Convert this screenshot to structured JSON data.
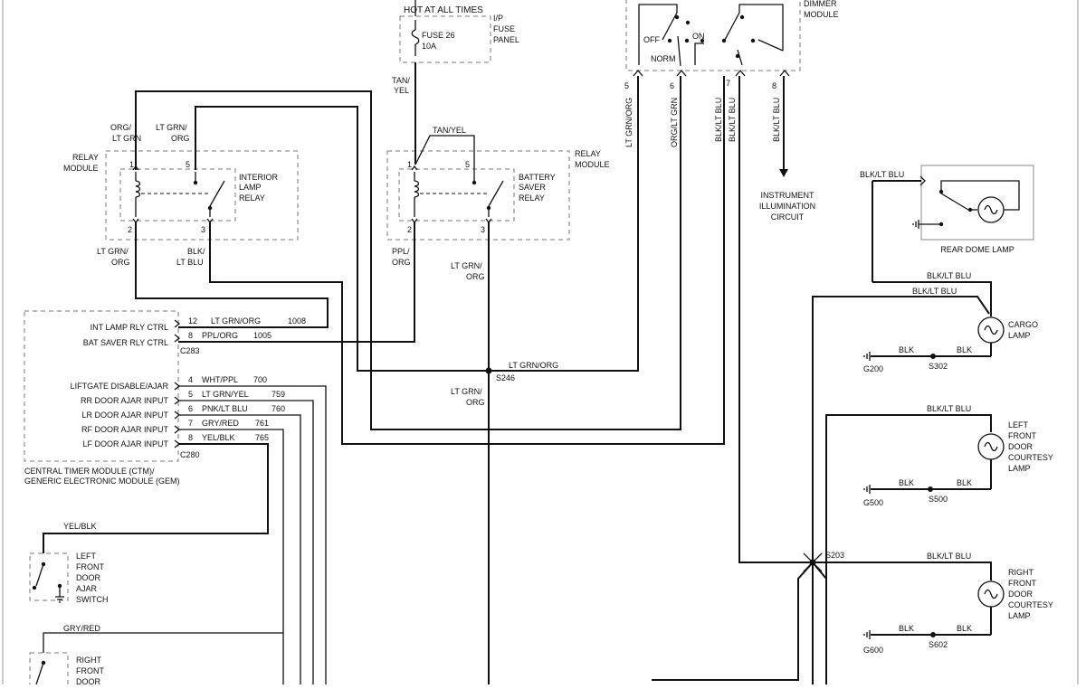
{
  "top": {
    "hot_at_all_times": "HOT AT ALL TIMES",
    "fuse_line1": "FUSE 26",
    "fuse_line2": "10A",
    "fuse_panel_line1": "I/P",
    "fuse_panel_line2": "FUSE",
    "fuse_panel_line3": "PANEL",
    "tan_yel_1": "TAN/",
    "tan_yel_2": "YEL",
    "tan_yel_3": "TAN/YEL"
  },
  "dimmer": {
    "module_line1": "DIMMER",
    "module_line2": "MODULE",
    "off": "OFF",
    "on": "ON",
    "norm": "NORM",
    "pins": [
      "5",
      "6",
      "7",
      "8"
    ],
    "wires": [
      "LT GRN/ORG",
      "ORG/LT GRN",
      "BLK/LT BLU",
      "BLK/LT BLU",
      "BLK/LT BLU"
    ],
    "instrument_1": "INSTRUMENT",
    "instrument_2": "ILLUMINATION",
    "instrument_3": "CIRCUIT"
  },
  "relay_left": {
    "module_line1": "RELAY",
    "module_line2": "MODULE",
    "name_line1": "INTERIOR",
    "name_line2": "LAMP",
    "name_line3": "RELAY",
    "pins": [
      "1",
      "5",
      "2",
      "3"
    ],
    "w_org_ltgrn_1": "ORG/",
    "w_org_ltgrn_2": "LT GRN",
    "w_ltgrn_org_1": "LT GRN/",
    "w_ltgrn_org_2": "ORG",
    "w_bot_left_1": "LT GRN/",
    "w_bot_left_2": "ORG",
    "w_bot_right_1": "BLK/",
    "w_bot_right_2": "LT BLU"
  },
  "relay_right": {
    "module_line1": "RELAY",
    "module_line2": "MODULE",
    "name_line1": "BATTERY",
    "name_line2": "SAVER",
    "name_line3": "RELAY",
    "pins": [
      "1",
      "5",
      "2",
      "3"
    ],
    "w_bot_left_1": "PPL/",
    "w_bot_left_2": "ORG",
    "w_bot_right_1": "LT GRN/",
    "w_bot_right_2": "ORG"
  },
  "ctm": {
    "label_line1": "CENTRAL TIMER MODULE (CTM)/",
    "label_line2": "GENERIC ELECTRONIC MODULE (GEM)",
    "c283": "C283",
    "c280": "C280",
    "rows": [
      {
        "name": "INT LAMP RLY CTRL",
        "pin": "12",
        "wire": "LT GRN/ORG",
        "circuit": "1008"
      },
      {
        "name": "BAT SAVER RLY CTRL",
        "pin": "8",
        "wire": "PPL/ORG",
        "circuit": "1005"
      },
      {
        "name": "LIFTGATE DISABLE/AJAR",
        "pin": "4",
        "wire": "WHT/PPL",
        "circuit": "700"
      },
      {
        "name": "RR DOOR AJAR INPUT",
        "pin": "5",
        "wire": "LT GRN/YEL",
        "circuit": "759"
      },
      {
        "name": "LR  DOOR AJAR INPUT",
        "pin": "6",
        "wire": "PNK/LT BLU",
        "circuit": "760"
      },
      {
        "name": "RF DOOR AJAR INPUT",
        "pin": "7",
        "wire": "GRY/RED",
        "circuit": "761"
      },
      {
        "name": "LF DOOR AJAR INPUT",
        "pin": "8",
        "wire": "YEL/BLK",
        "circuit": "765"
      }
    ]
  },
  "splices": {
    "s246": "S246",
    "s246_wire_right": "LT GRN/ORG",
    "s246_wire_down_1": "LT GRN/",
    "s246_wire_down_2": "ORG",
    "s203": "S203"
  },
  "switches": {
    "yel_blk": "YEL/BLK",
    "left_1": "LEFT",
    "left_2": "FRONT",
    "left_3": "DOOR",
    "left_4": "AJAR",
    "left_5": "SWITCH",
    "gry_red": "GRY/RED",
    "right_1": "RIGHT",
    "right_2": "FRONT",
    "right_3": "DOOR"
  },
  "lamps": {
    "rear_dome_wire": "BLK/LT BLU",
    "rear_dome": "REAR DOME LAMP",
    "cargo_wire_1": "BLK/LT BLU",
    "cargo_wire_2": "BLK/LT BLU",
    "cargo_1": "CARGO",
    "cargo_2": "LAMP",
    "cargo_blk_1": "BLK",
    "cargo_blk_2": "BLK",
    "g200": "G200",
    "s302": "S302",
    "lf_wire": "BLK/LT BLU",
    "lf_1": "LEFT",
    "lf_2": "FRONT",
    "lf_3": "DOOR",
    "lf_4": "COURTESY",
    "lf_5": "LAMP",
    "lf_blk_1": "BLK",
    "lf_blk_2": "BLK",
    "g500": "G500",
    "s500": "S500",
    "rf_wire": "BLK/LT BLU",
    "rf_1": "RIGHT",
    "rf_2": "FRONT",
    "rf_3": "DOOR",
    "rf_4": "COURTESY",
    "rf_5": "LAMP",
    "rf_blk_1": "BLK",
    "rf_blk_2": "BLK",
    "g600": "G600",
    "s602": "S602"
  }
}
